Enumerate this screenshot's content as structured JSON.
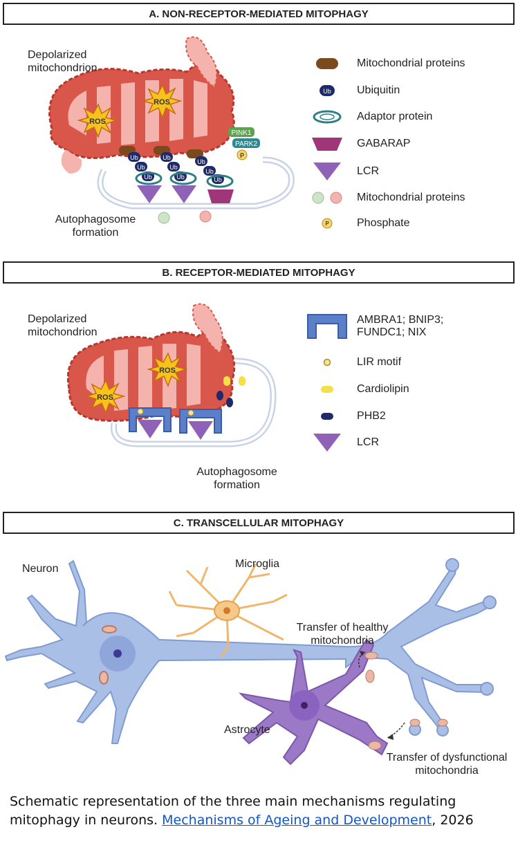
{
  "panels": {
    "a": {
      "title": "A. NON-RECEPTOR-MEDIATED MITOPHAGY",
      "mito_label": "Depolarized mitochondrion",
      "autophagosome_label": "Autophagosome formation",
      "ros": "ROS",
      "ub": "Ub",
      "pink1": "PINK1",
      "park2": "PARK2",
      "p": "P",
      "legend": [
        {
          "icon": "mitochondrial-protein-brown-icon",
          "label": "Mitochondrial proteins"
        },
        {
          "icon": "ubiquitin-icon",
          "label": "Ubiquitin"
        },
        {
          "icon": "adaptor-protein-icon",
          "label": "Adaptor protein"
        },
        {
          "icon": "gabarap-icon",
          "label": "GABARAP"
        },
        {
          "icon": "lcr-icon",
          "label": "LCR"
        },
        {
          "icon": "mitochondrial-proteins-circles-icon",
          "label": "Mitochondrial proteins"
        },
        {
          "icon": "phosphate-icon",
          "label": "Phosphate"
        }
      ]
    },
    "b": {
      "title": "B. RECEPTOR-MEDIATED MITOPHAGY",
      "mito_label": "Depolarized mitochondrion",
      "autophagosome_label": "Autophagosome formation",
      "ros": "ROS",
      "legend": [
        {
          "icon": "receptor-icon",
          "label": "AMBRA1; BNIP3; FUNDC1; NIX"
        },
        {
          "icon": "lir-motif-icon",
          "label": "LIR motif"
        },
        {
          "icon": "cardiolipin-icon",
          "label": "Cardiolipin"
        },
        {
          "icon": "phb2-icon",
          "label": "PHB2"
        },
        {
          "icon": "lcr-icon",
          "label": "LCR"
        }
      ]
    },
    "c": {
      "title": "C. TRANSCELLULAR MITOPHAGY",
      "neuron": "Neuron",
      "microglia": "Microglia",
      "astrocyte": "Astrocyte",
      "transfer_healthy": "Transfer of healthy mitochondria",
      "transfer_dysfunctional": "Transfer of dysfunctional mitochondria"
    }
  },
  "caption": {
    "text": "Schematic representation of the three main mechanisms regulating mitophagy in neurons.",
    "link": "Mechanisms of Ageing and Development",
    "suffix": ", 2026"
  },
  "colors": {
    "mito_outer": "#d9574a",
    "mito_inner": "#f4b3ad",
    "ub": "#1f2a6b",
    "gabarap": "#a0357a",
    "lcr": "#8f62b8",
    "neuron": "#a9bfe6",
    "microglia": "#f5c98a",
    "astrocyte": "#9b79c6"
  }
}
